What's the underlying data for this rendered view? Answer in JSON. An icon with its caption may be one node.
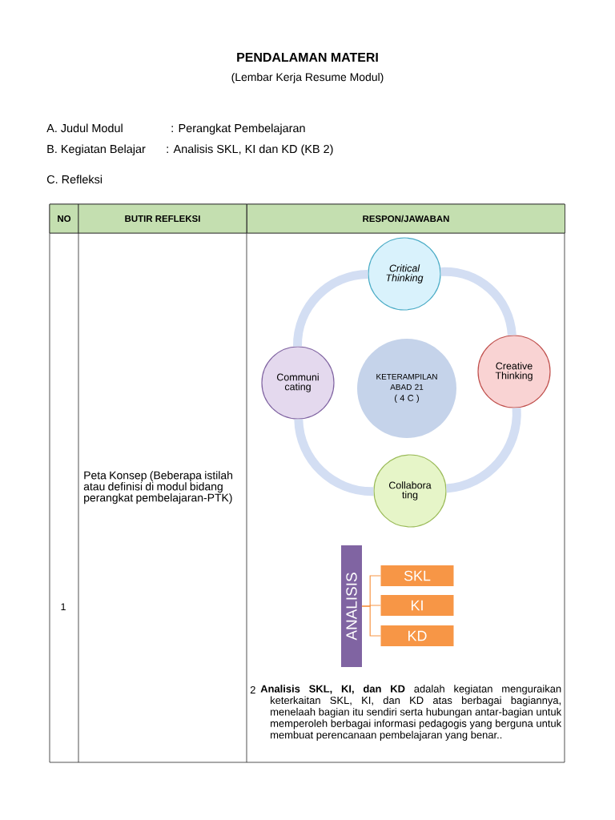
{
  "diagram": {
    "title": "PENDALAMAN MATERI",
    "nodes": [
      {
        "text": [
          "Critical Thinking"
        ]
      },
      {
        "text": [
          "Communi cating"
        ]
      },
      {
        "text": [
          "KETERAMPILAN ABAD 21",
          "( 4 C )"
        ]
      },
      {
        "text": [
          "Creative Thinking"
        ]
      },
      {
        "text": [
          "Collabora ting"
        ]
      },
      {
        "text": [
          "ANALISIS"
        ]
      },
      {
        "text": [
          "SKL"
        ]
      },
      {
        "text": [
          "KI"
        ]
      },
      {
        "text": [
          "KD"
        ]
      }
    ],
    "edges": [
      {
        "from": 0,
        "to": 3,
        "arrow": "none",
        "color": "#d3def3"
      },
      {
        "from": 3,
        "to": 4,
        "arrow": "none",
        "color": "#d3def3"
      },
      {
        "from": 4,
        "to": 1,
        "arrow": "none",
        "color": "#d3def3"
      },
      {
        "from": 1,
        "to": 0,
        "arrow": "none",
        "color": "#d3def3"
      },
      {
        "from": 5,
        "to": 6,
        "arrow": "none",
        "color": "#f79646"
      },
      {
        "from": 5,
        "to": 7,
        "arrow": "none",
        "color": "#f79646"
      },
      {
        "from": 5,
        "to": 8,
        "arrow": "none",
        "color": "#f79646"
      }
    ],
    "labels": [
      "(Lembar Kerja  Resume Modul)",
      "A. Judul Modul",
      ": Perangkat Pembelajaran",
      "B. Kegiatan Belajar",
      ": Analisis SKL, KI dan KD  (KB  2)",
      "C. Refleksi",
      "NO",
      "BUTIR REFLEKSI",
      "RESPON/JAWABAN",
      "1",
      "Peta Konsep (Beberapa istilah atau definisi di modul bidang perangkat pembelajaran-PTK)",
      "2",
      "**Analisis SKL, KI, dan KD** adalah kegiatan menguraikan keterkaitan SKL, KI, dan KD atas berbagai bagiannya, menelaah bagian itu sendiri serta hubungan antar-bagian untuk memperoleh berbagai informasi pedagogis yang berguna untuk membuat perencanaan pembelajaran yang benar.."
    ]
  }
}
